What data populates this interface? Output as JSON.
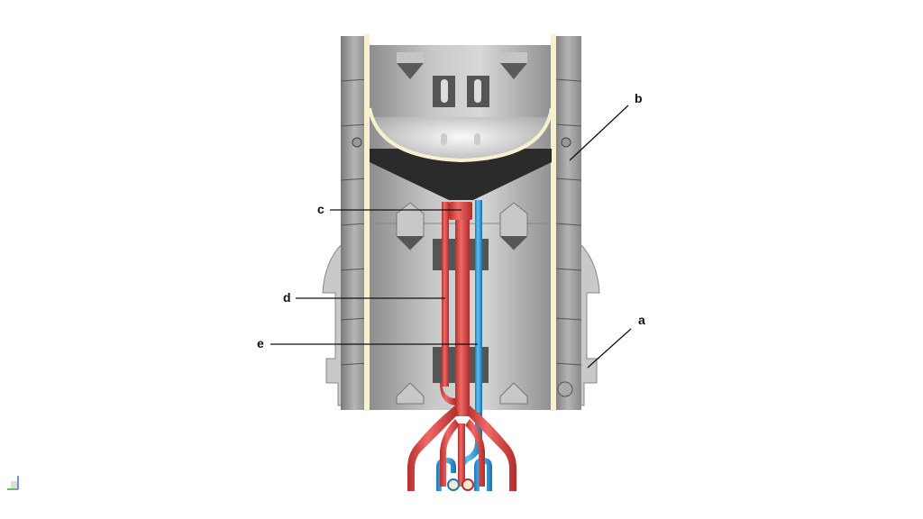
{
  "labels": {
    "a": "a",
    "b": "b",
    "c": "c",
    "d": "d",
    "e": "e"
  },
  "colors": {
    "shell": "#a8a8a8",
    "rim": "#f7f1d2",
    "funnel": "#2b2b2b",
    "hot_pipe": "#d9413e",
    "cold_pipe": "#2f9ad8"
  }
}
